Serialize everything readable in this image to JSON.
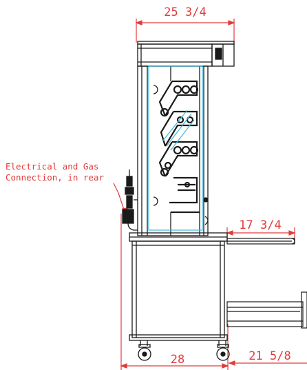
{
  "dimensions": {
    "top_width": "25 3/4",
    "side_extension": "17 3/4",
    "base_width": "28",
    "drawer_depth": "21 5/8"
  },
  "annotation": {
    "line1": "Electrical and Gas",
    "line2": "Connection, in rear"
  },
  "colors": {
    "dimension": "#e23b3b",
    "outline": "#1a1a1a",
    "glass": "#3fb7d9"
  }
}
